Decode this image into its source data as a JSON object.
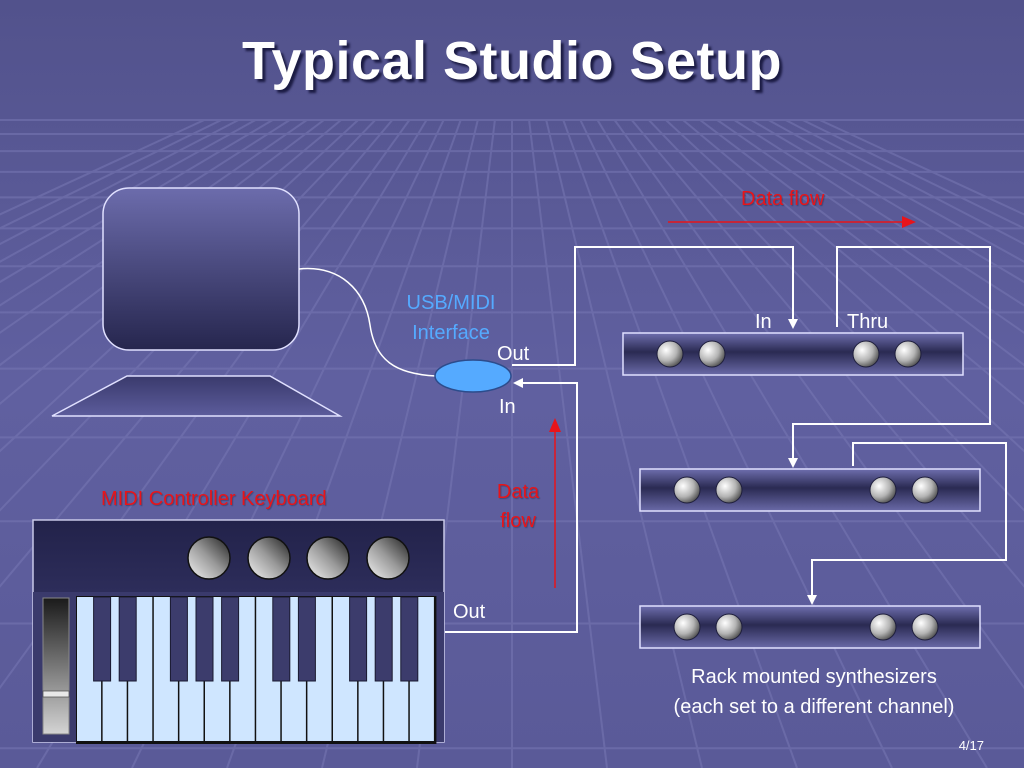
{
  "title": "Typical Studio Setup",
  "labels": {
    "data_flow_top": "Data flow",
    "interface_line1": "USB/MIDI",
    "interface_line2": "Interface",
    "interface_out": "Out",
    "interface_in": "In",
    "synth_in": "In",
    "synth_thru": "Thru",
    "data_flow_side_line1": "Data",
    "data_flow_side_line2": "flow",
    "keyboard": "MIDI Controller Keyboard",
    "keyboard_out": "Out",
    "rack_line1": "Rack mounted synthesizers",
    "rack_line2": "(each set to a different channel)"
  },
  "page": {
    "current": "4",
    "total": "/17"
  },
  "colors": {
    "background": "#5a5a94",
    "accent_red": "#e8141a",
    "interface_blue": "#55aaff",
    "key_white": "#cfe6ff",
    "key_black": "#3c3c6c"
  }
}
